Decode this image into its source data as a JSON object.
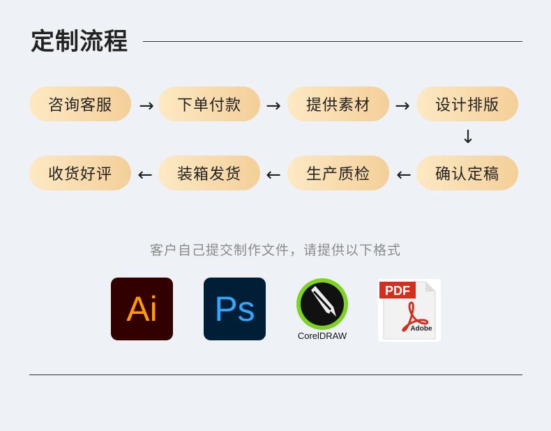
{
  "title": "定制流程",
  "steps_row1": [
    "咨询客服",
    "下单付款",
    "提供素材",
    "设计排版"
  ],
  "steps_row2": [
    "收货好评",
    "装箱发货",
    "生产质检",
    "确认定稿"
  ],
  "arrows": {
    "right": "→",
    "left": "←",
    "down": "↓"
  },
  "subtitle": "客户自己提交制作文件，请提供以下格式",
  "formats": {
    "ai": "Ai",
    "ps": "Ps",
    "corel": "CorelDRAW",
    "pdf_badge": "PDF",
    "pdf_brand": "Adobe"
  },
  "colors": {
    "pill_start": "#fde9c4",
    "pill_end": "#f4cf98",
    "ai_bg": "#330000",
    "ai_fg": "#ff9a00",
    "ps_bg": "#001e36",
    "ps_fg": "#31a8ff",
    "pdf_red": "#d32f1f"
  }
}
